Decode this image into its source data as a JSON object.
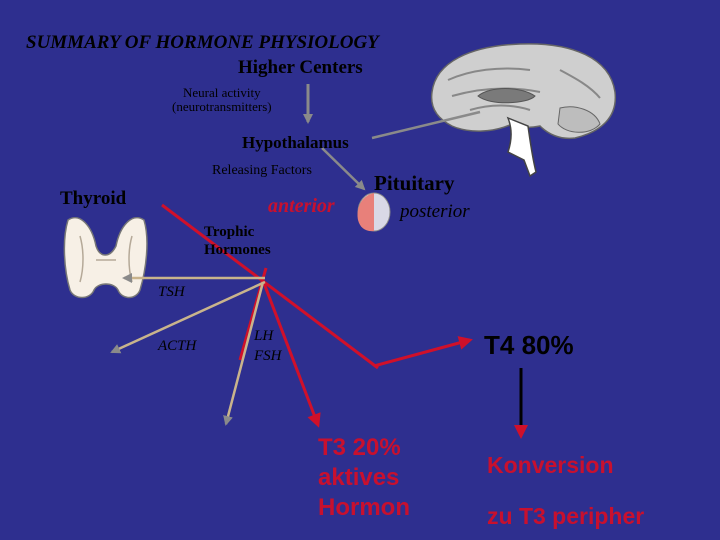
{
  "title": "SUMMARY OF HORMONE PHYSIOLOGY",
  "nodes": {
    "higher_centers": "Higher Centers",
    "neural_line1": "Neural activity",
    "neural_line2": "(neurotransmitters)",
    "hypothalamus": "Hypothalamus",
    "releasing_factors": "Releasing Factors",
    "thyroid": "Thyroid",
    "pituitary": "Pituitary",
    "anterior": "anterior",
    "posterior": "posterior",
    "trophic_line1": "Trophic",
    "trophic_line2": "Hormones",
    "tsh": "TSH",
    "acth": "ACTH",
    "lh": "LH",
    "fsh": "FSH",
    "t4": "T4 80%",
    "t3_line1": "T3 20%",
    "t3_line2": "aktives",
    "t3_line3": "Hormon",
    "konversion": "Konversion",
    "zu_t3": "zu T3 peripher"
  },
  "colors": {
    "background": "#2e2f8f",
    "accent_red": "#c8102e",
    "text": "#000000"
  },
  "icons": [
    "brain-illustration",
    "pituitary-gland-illustration",
    "thyroid-gland-illustration"
  ]
}
